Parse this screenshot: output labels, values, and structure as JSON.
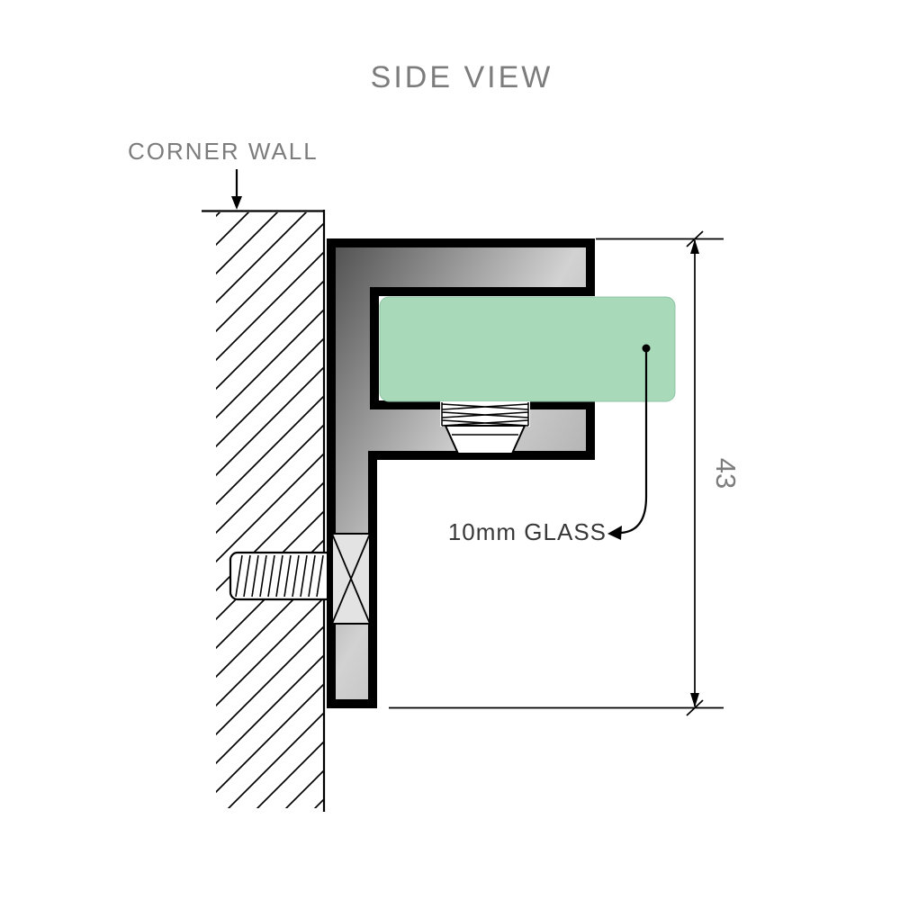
{
  "title": "SIDE VIEW",
  "annotations": {
    "corner_wall": "CORNER WALL",
    "glass": "10mm GLASS",
    "dimension": "43"
  },
  "colors": {
    "label_gray": "#7c7c7c",
    "glass_label_dark": "#383838",
    "line_black": "#000000",
    "glass_green": "#a8d9b9",
    "metal_dark": "#4f4f4f",
    "metal_light": "#d2d2d2",
    "metal_shadow": "#939393",
    "background": "#ffffff"
  },
  "icons": {
    "corner_wall_pointer": "down-arrow",
    "dimension_ends": "vertical-dimension-arrows",
    "glass_pointer": "curved-leader-arrow-with-dot"
  }
}
